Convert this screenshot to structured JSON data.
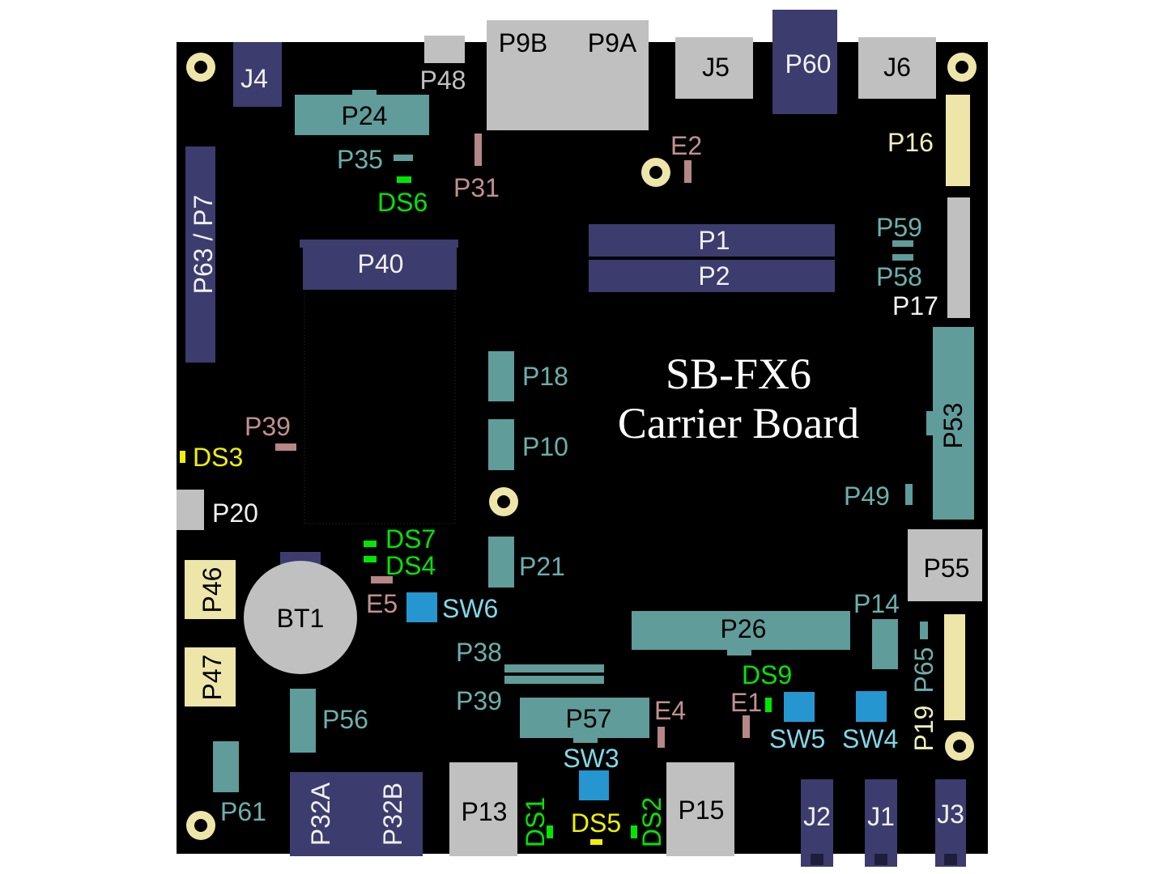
{
  "board": {
    "title_line1": "SB-FX6",
    "title_line2": "Carrier Board"
  },
  "colors": {
    "board": "#000000",
    "navy": "#3c3c6e",
    "teal": "#5f9c9a",
    "gray": "#c0c0c0",
    "cream": "#ede6a8",
    "pink": "#b58786",
    "green": "#00e600",
    "yellow": "#f0f000",
    "blue": "#2596cf",
    "label_white": "#f0f0f0",
    "label_dark": "#000000",
    "label_teal": "#6ab0ad",
    "label_pink": "#c09090",
    "label_cream": "#f3efb8",
    "label_cyan": "#7fd8e8"
  },
  "labels": {
    "j4": "J4",
    "p48": "P48",
    "p9b": "P9B",
    "p9a": "P9A",
    "j5": "J5",
    "p60": "P60",
    "j6": "J6",
    "p24": "P24",
    "p35": "P35",
    "ds6": "DS6",
    "p31": "P31",
    "e2": "E2",
    "p16": "P16",
    "p63p7": "P63 / P7",
    "p40": "P40",
    "p1": "P1",
    "p2": "P2",
    "p59": "P59",
    "p58": "P58",
    "p17": "P17",
    "p18": "P18",
    "p53": "P53",
    "p39a": "P39",
    "ds3": "DS3",
    "p10": "P10",
    "p49": "P49",
    "p20": "P20",
    "ds7": "DS7",
    "ds4": "DS4",
    "p21": "P21",
    "p55": "P55",
    "p46": "P46",
    "bt1": "BT1",
    "e5": "E5",
    "sw6": "SW6",
    "p14": "P14",
    "p26": "P26",
    "p38": "P38",
    "p65": "P65",
    "p47": "P47",
    "ds9": "DS9",
    "p39b": "P39",
    "p57": "P57",
    "e4": "E4",
    "e1": "E1",
    "p56": "P56",
    "sw5": "SW5",
    "sw4": "SW4",
    "p19": "P19",
    "sw3": "SW3",
    "p61": "P61",
    "p32a": "P32A",
    "p32b": "P32B",
    "p13": "P13",
    "ds1": "DS1",
    "ds5": "DS5",
    "ds2": "DS2",
    "p15": "P15",
    "j2": "J2",
    "j1": "J1",
    "j3": "J3"
  }
}
